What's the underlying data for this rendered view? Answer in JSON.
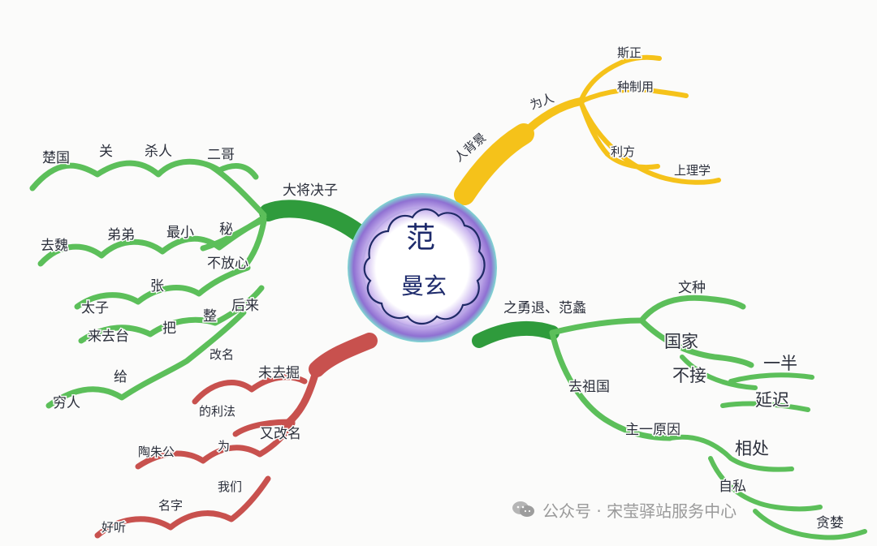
{
  "center": {
    "line1": "范",
    "line2": "曼玄"
  },
  "colors": {
    "green": "#5cbf5a",
    "dark_green": "#2f9b3c",
    "yellow": "#f5c21a",
    "red": "#c8514e",
    "purple": "#9a7ad6",
    "ink": "#2b2f3b"
  },
  "branches": {
    "green_left": {
      "root": "大将决子",
      "row1": [
        "楚国",
        "关",
        "杀人",
        "二哥"
      ],
      "row2": [
        "去魏",
        "弟弟",
        "最小",
        "秘"
      ],
      "row3a": [
        "太子",
        "张",
        "不放心"
      ],
      "row3b": [
        "来去台",
        "把",
        "整",
        "后来"
      ],
      "row4": [
        "穷人",
        "给"
      ]
    },
    "yellow": {
      "root": "人背景",
      "sub": "为人",
      "leaves": [
        "斯正",
        "种制用",
        "利方",
        "上理学"
      ]
    },
    "red": {
      "root": "未去掘",
      "l1": [
        "改名",
        "陶朱公",
        "为",
        "又改名"
      ],
      "l2": [
        "的利法",
        "我们",
        "名字",
        "好听"
      ]
    },
    "green_right": {
      "root": "之勇退、范蠡",
      "sub1": "文种",
      "sub2": "国家",
      "sub3": "不接",
      "sub4": "一半",
      "sub5": "延迟",
      "root2": "去祖国",
      "reason": "主一原因",
      "r1": "相处",
      "r2": "自私",
      "r3": "贪婪"
    }
  },
  "watermark": {
    "icon": "wechat-icon",
    "text": "公众号 · 宋莹驿站服务中心"
  }
}
